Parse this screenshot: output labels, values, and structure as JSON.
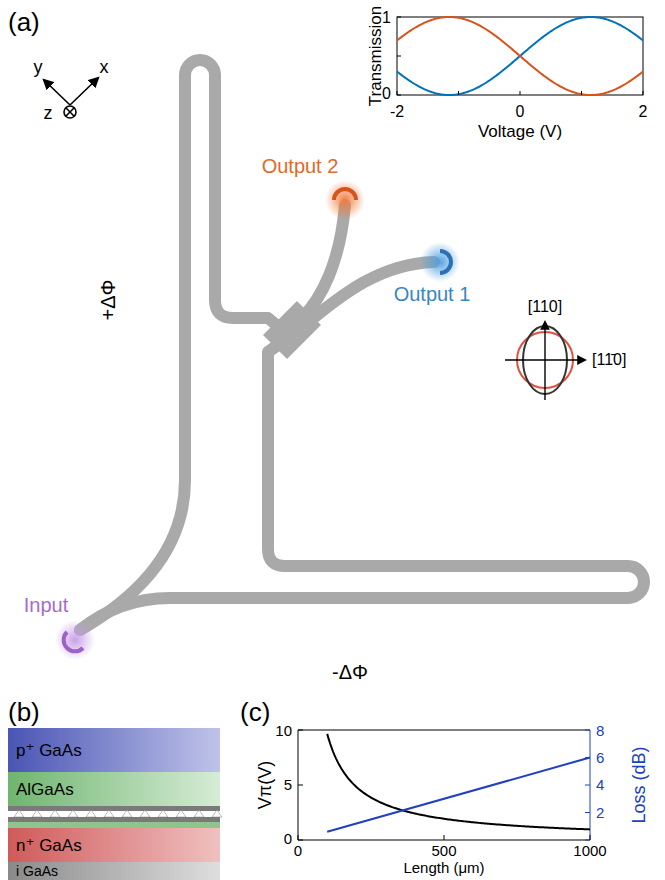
{
  "diagram": {
    "nodes": [
      {
        "text": [
          "p⁺ GaAs"
        ]
      },
      {
        "text": [
          "AlGaAs"
        ]
      },
      {
        "text": [
          "n⁺ GaAs"
        ]
      },
      {
        "text": [
          "i GaAs"
        ]
      }
    ],
    "labels": [
      "(a)",
      "y",
      "x",
      "z",
      "Output 2",
      "Output 1",
      "+ΔΦ",
      "Input",
      "-ΔΦ",
      "Transmission",
      "1",
      "0",
      "-2",
      "0",
      "2",
      "Voltage (V)",
      "[110]",
      "[11̄0]",
      "(b)",
      "(c)",
      "Vπ(V)",
      "10",
      "5",
      "0",
      "Loss (dB)",
      "8",
      "6",
      "4",
      "2",
      "0",
      "500",
      "1000",
      "Length (μm)"
    ]
  }
}
